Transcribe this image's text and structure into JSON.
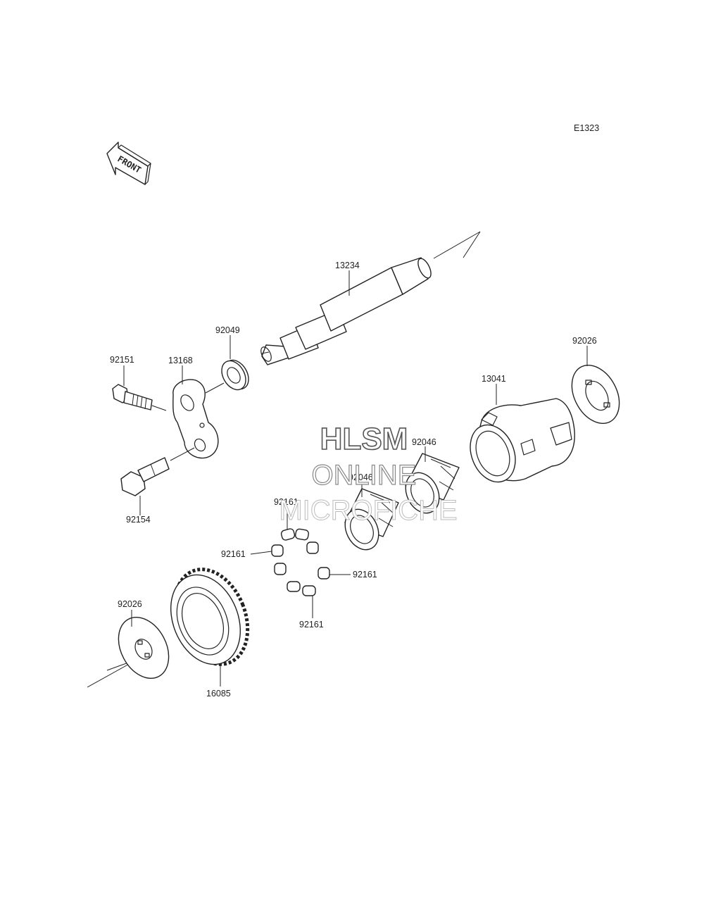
{
  "diagram": {
    "code": "E1323",
    "front_label": "FRONT",
    "parts": {
      "shaft": "13234",
      "oil_seal": "92049",
      "bolt_upper": "92151",
      "lever": "13168",
      "bolt_lower": "92154",
      "circlip_right": "92026",
      "housing": "13041",
      "needle_bearing_a": "92046",
      "needle_bearing_b": "92046",
      "roller_top": "92161",
      "roller_left": "92161",
      "roller_right": "92161",
      "roller_bottom": "92161",
      "circlip_left": "92026",
      "gear": "16085"
    }
  },
  "watermark": {
    "line1": "HLSM",
    "line2": "ONLINE",
    "line3": "MICROFICHE"
  }
}
